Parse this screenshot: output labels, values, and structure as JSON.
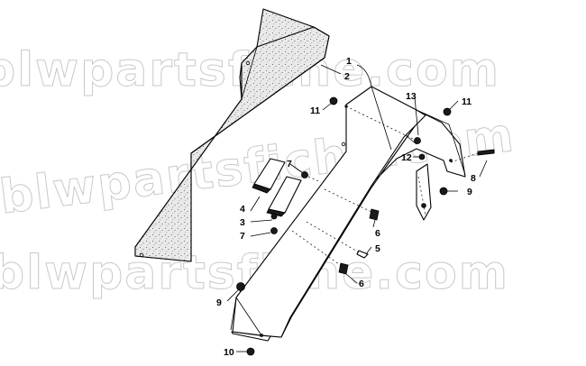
{
  "watermark": "blwpartsfiche.com",
  "labels": [
    {
      "id": "l1",
      "text": "1"
    },
    {
      "id": "l2",
      "text": "2"
    },
    {
      "id": "l3",
      "text": "3"
    },
    {
      "id": "l4",
      "text": "4"
    },
    {
      "id": "l5",
      "text": "5"
    },
    {
      "id": "l6a",
      "text": "6"
    },
    {
      "id": "l6b",
      "text": "6"
    },
    {
      "id": "l7a",
      "text": "7"
    },
    {
      "id": "l7b",
      "text": "7"
    },
    {
      "id": "l8",
      "text": "8"
    },
    {
      "id": "l9a",
      "text": "9"
    },
    {
      "id": "l9b",
      "text": "9"
    },
    {
      "id": "l10",
      "text": "10"
    },
    {
      "id": "l11a",
      "text": "11"
    },
    {
      "id": "l11b",
      "text": "11"
    },
    {
      "id": "l12",
      "text": "12"
    },
    {
      "id": "l13",
      "text": "13"
    }
  ]
}
